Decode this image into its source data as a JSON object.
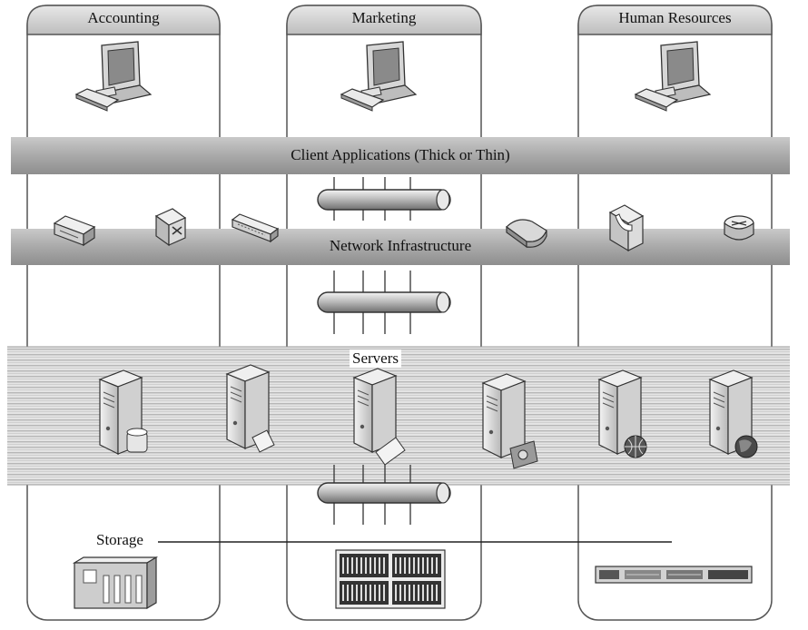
{
  "departments": [
    {
      "label": "Accounting"
    },
    {
      "label": "Marketing"
    },
    {
      "label": "Human Resources"
    }
  ],
  "layers": {
    "client": "Client Applications (Thick or Thin)",
    "network": "Network Infrastructure",
    "servers": "Servers",
    "storage": "Storage"
  },
  "icons": {
    "clients": [
      "desktop-computer-icon",
      "desktop-computer-icon",
      "desktop-computer-icon"
    ],
    "network": [
      "hub-icon",
      "switch-icon",
      "hub-icon",
      "router-icon",
      "firewall-icon",
      "router-icon"
    ],
    "servers": [
      "database-server-icon",
      "file-server-icon",
      "file-server-icon",
      "media-server-icon",
      "web-server-icon",
      "web-server-icon"
    ],
    "storage": [
      "storage-array-icon",
      "disk-array-icon",
      "rack-server-icon"
    ]
  }
}
